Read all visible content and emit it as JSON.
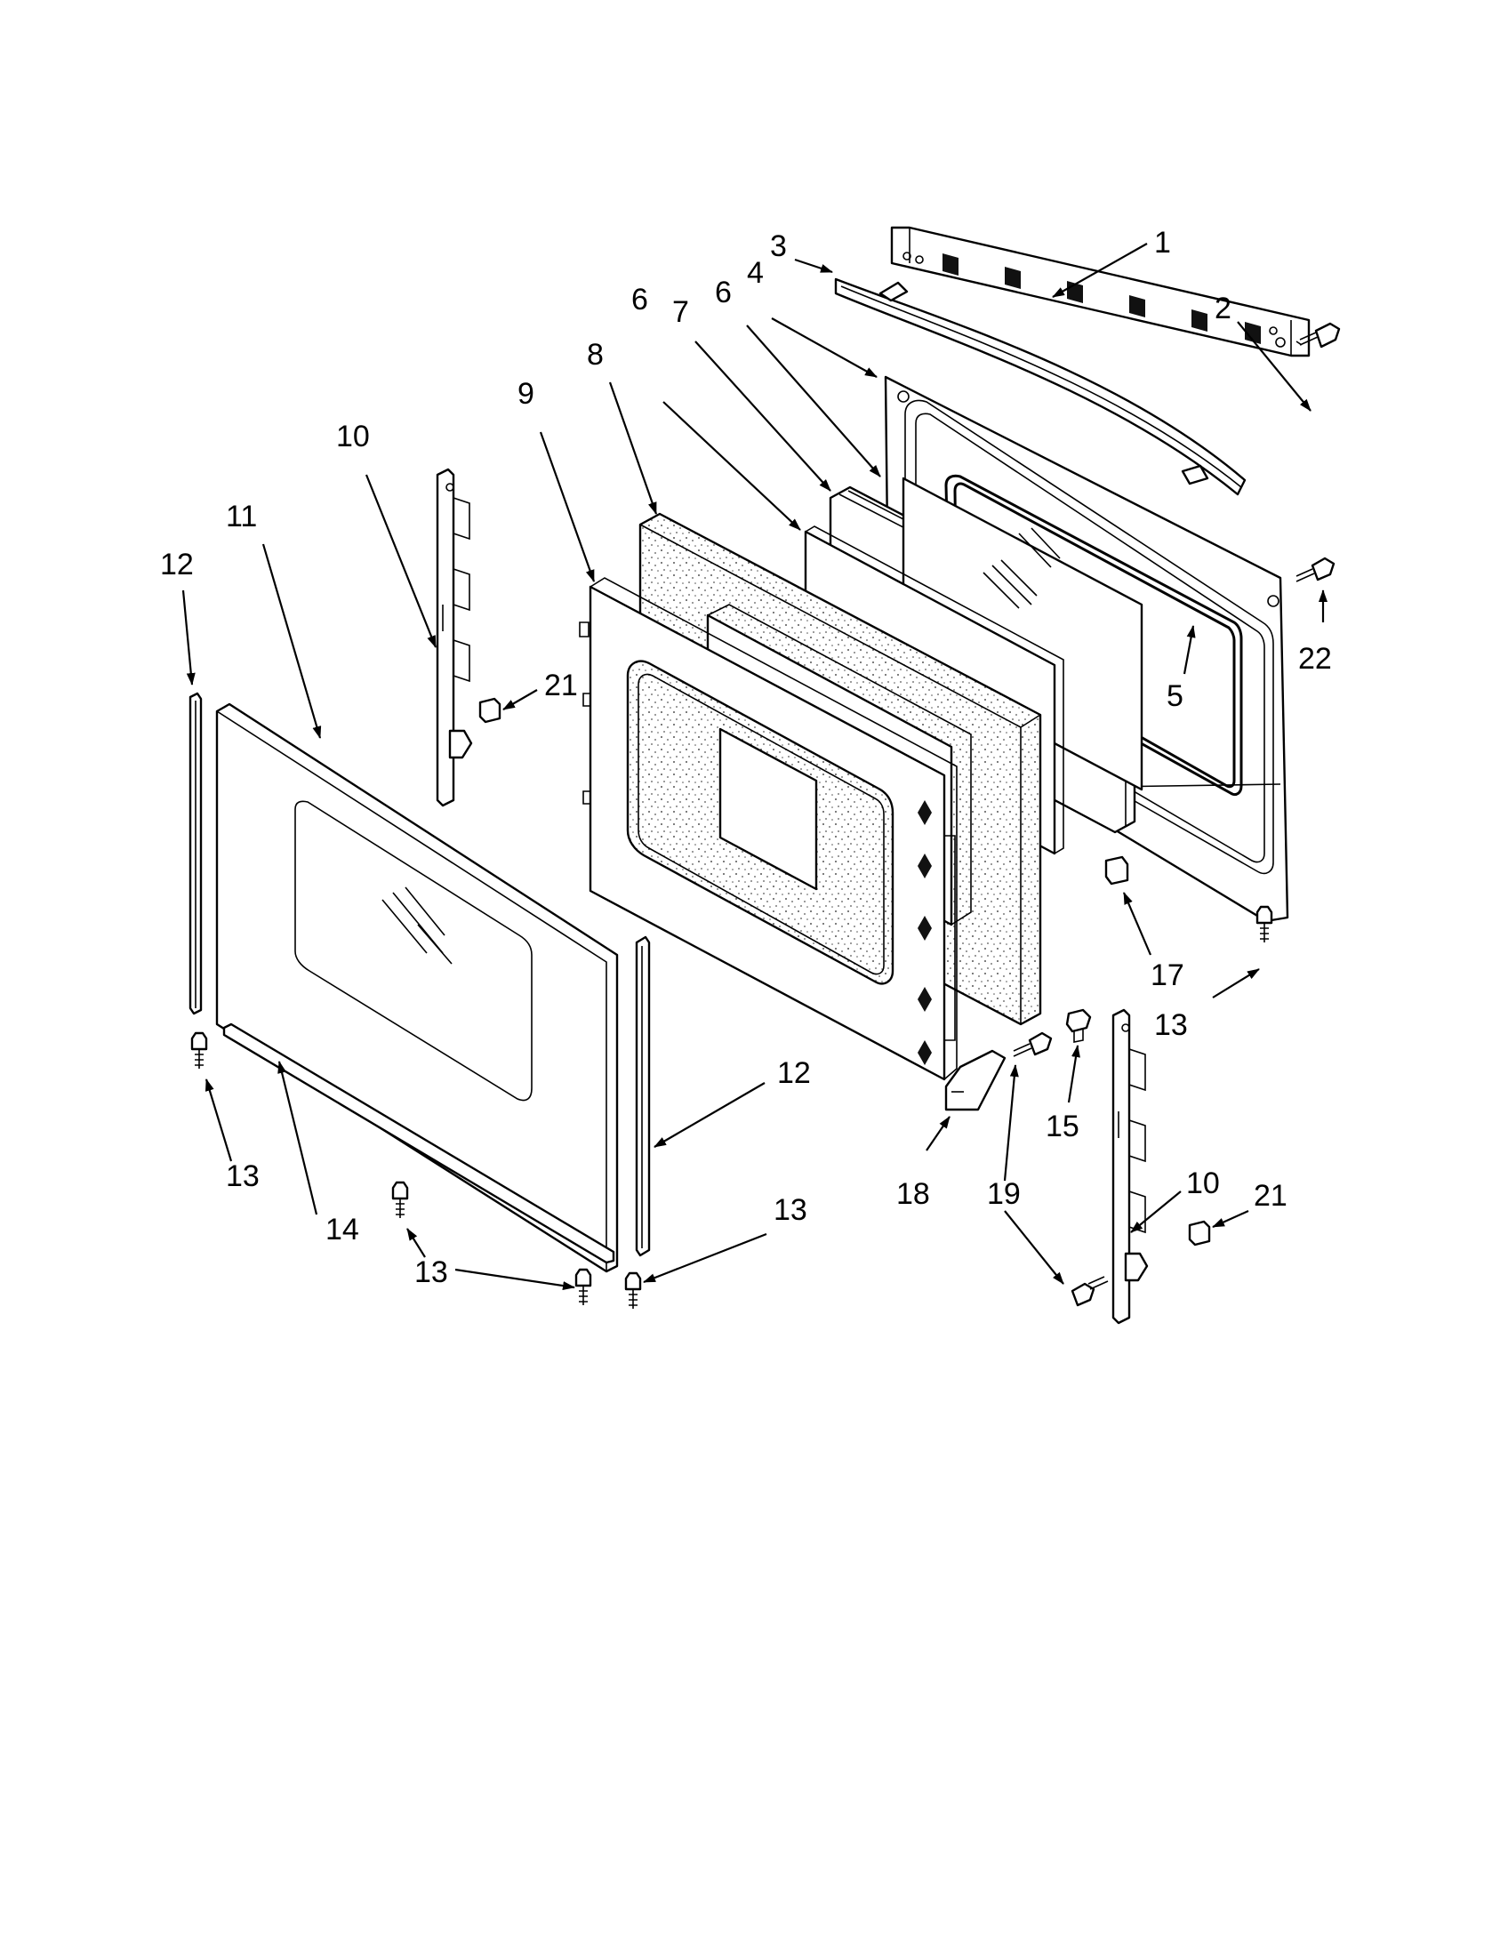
{
  "callouts": [
    "1",
    "2",
    "3",
    "6",
    "4",
    "7",
    "6",
    "8",
    "9",
    "10",
    "11",
    "12",
    "21",
    "22",
    "5",
    "17",
    "13",
    "15",
    "12",
    "13",
    "14",
    "13",
    "13",
    "18",
    "19",
    "10",
    "21"
  ]
}
